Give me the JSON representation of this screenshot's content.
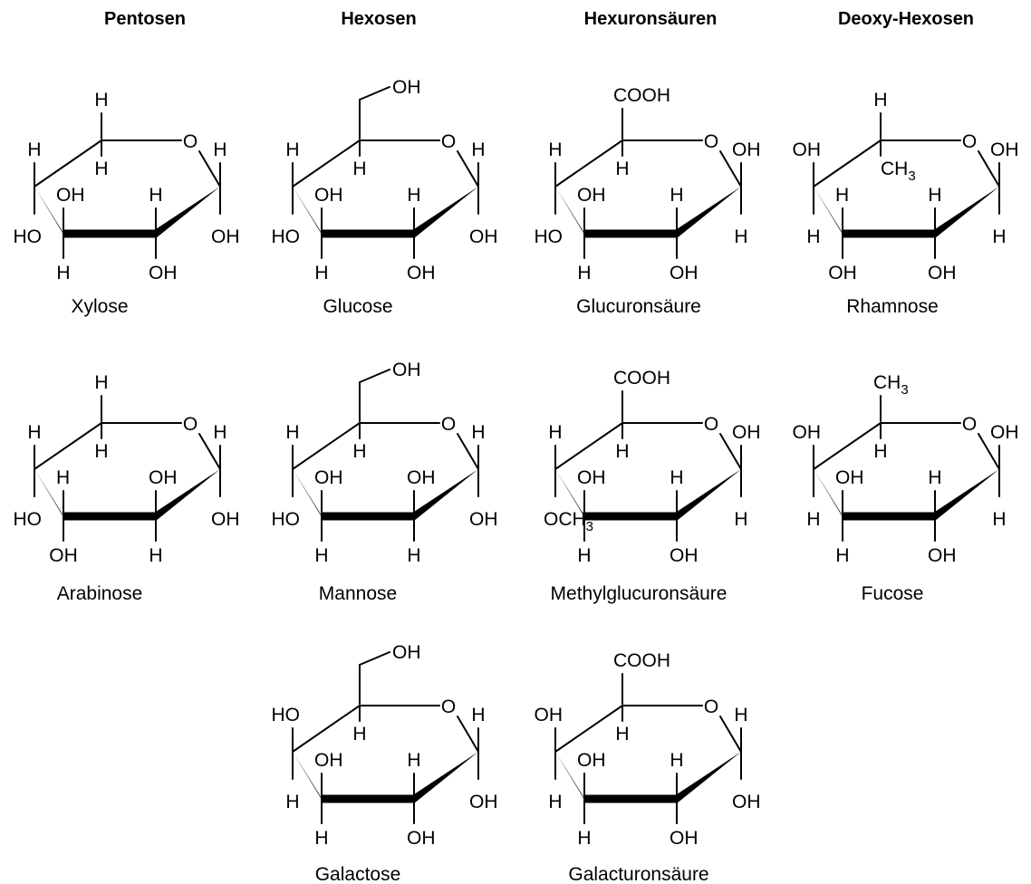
{
  "headers": [
    "Pentosen",
    "Hexosen",
    "Hexuronsäuren",
    "Deoxy-Hexosen"
  ],
  "molecules": [
    {
      "name": "Xylose",
      "top": {
        "up": "H",
        "down": "H"
      },
      "c4": {
        "up": "H",
        "down": "HO"
      },
      "c3": {
        "up": "OH",
        "down": "H"
      },
      "c2": {
        "up": "H",
        "down": "OH"
      },
      "c1": {
        "up": "H",
        "down": "OH"
      }
    },
    {
      "name": "Glucose",
      "top": {
        "up": "OH",
        "down": "H"
      },
      "c4": {
        "up": "H",
        "down": "HO"
      },
      "c3": {
        "up": "OH",
        "down": "H"
      },
      "c2": {
        "up": "H",
        "down": "OH"
      },
      "c1": {
        "up": "H",
        "down": "OH"
      }
    },
    {
      "name": "Glucuronsäure",
      "top": {
        "up": "COOH",
        "down": "H"
      },
      "c4": {
        "up": "H",
        "down": "HO"
      },
      "c3": {
        "up": "OH",
        "down": "H"
      },
      "c2": {
        "up": "H",
        "down": "OH"
      },
      "c1": {
        "up": "OH",
        "down": "H"
      }
    },
    {
      "name": "Rhamnose",
      "top": {
        "up": "H",
        "down": "CH",
        "down_sub": "3"
      },
      "c4": {
        "up": "OH",
        "down": "H"
      },
      "c3": {
        "up": "H",
        "down": "OH"
      },
      "c2": {
        "up": "H",
        "down": "OH"
      },
      "c1": {
        "up": "OH",
        "down": "H"
      }
    },
    {
      "name": "Arabinose",
      "top": {
        "up": "H",
        "down": "H"
      },
      "c4": {
        "up": "H",
        "down": "HO"
      },
      "c3": {
        "up": "H",
        "down": "OH"
      },
      "c2": {
        "up": "OH",
        "down": "H"
      },
      "c1": {
        "up": "H",
        "down": "OH"
      }
    },
    {
      "name": "Mannose",
      "top": {
        "up": "OH",
        "down": "H"
      },
      "c4": {
        "up": "H",
        "down": "HO"
      },
      "c3": {
        "up": "OH",
        "down": "H"
      },
      "c2": {
        "up": "OH",
        "down": "H"
      },
      "c1": {
        "up": "H",
        "down": "OH"
      }
    },
    {
      "name": "Methylglucuronsäure",
      "top": {
        "up": "COOH",
        "down": "H"
      },
      "c4": {
        "up": "H",
        "down": "OCH",
        "down_sub": "3"
      },
      "c3": {
        "up": "OH",
        "down": "H"
      },
      "c2": {
        "up": "H",
        "down": "OH"
      },
      "c1": {
        "up": "OH",
        "down": "H"
      }
    },
    {
      "name": "Fucose",
      "top": {
        "up": "CH",
        "up_sub": "3",
        "down": "H"
      },
      "c4": {
        "up": "OH",
        "down": "H"
      },
      "c3": {
        "up": "OH",
        "down": "H"
      },
      "c2": {
        "up": "H",
        "down": "OH"
      },
      "c1": {
        "up": "OH",
        "down": "H"
      }
    },
    {
      "name": "Galactose",
      "top": {
        "up": "OH",
        "down": "H"
      },
      "c4": {
        "up": "HO",
        "down": "H"
      },
      "c3": {
        "up": "OH",
        "down": "H"
      },
      "c2": {
        "up": "H",
        "down": "OH"
      },
      "c1": {
        "up": "H",
        "down": "OH"
      }
    },
    {
      "name": "Galacturonsäure",
      "top": {
        "up": "COOH",
        "down": "H"
      },
      "c4": {
        "up": "OH",
        "down": "H"
      },
      "c3": {
        "up": "OH",
        "down": "H"
      },
      "c2": {
        "up": "H",
        "down": "OH"
      },
      "c1": {
        "up": "H",
        "down": "OH"
      }
    }
  ]
}
